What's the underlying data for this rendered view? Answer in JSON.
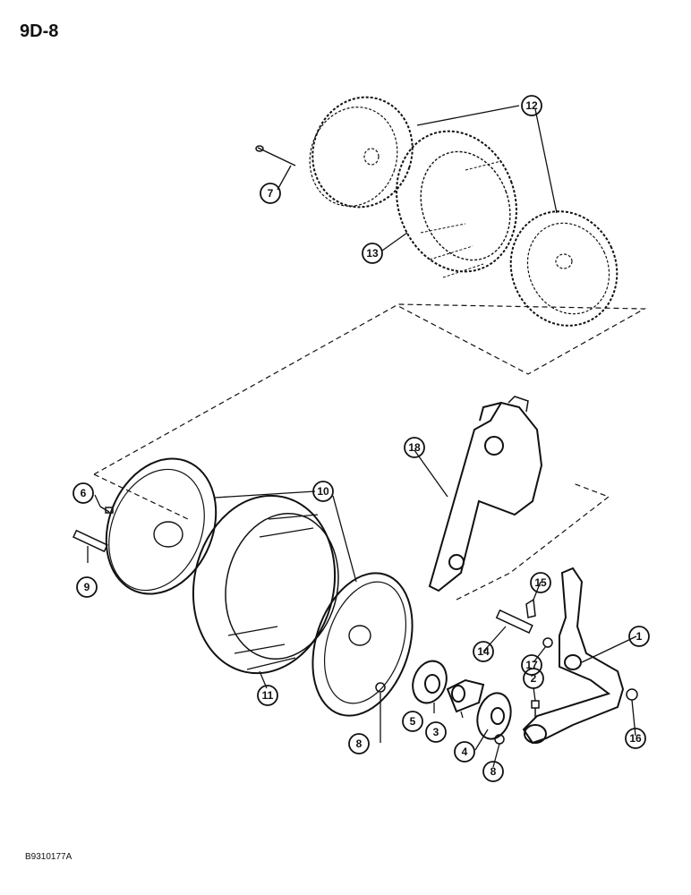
{
  "page_number": "9D-8",
  "drawing_code": "B9310177A",
  "callouts": {
    "c1": "1",
    "c2": "2",
    "c3": "3",
    "c4": "4",
    "c5": "5",
    "c6": "6",
    "c7": "7",
    "c8a": "8",
    "c8b": "8",
    "c9": "9",
    "c10": "10",
    "c11": "11",
    "c12": "12",
    "c13": "13",
    "c14": "14",
    "c15": "15",
    "c16": "16",
    "c17": "17",
    "c18": "18"
  }
}
